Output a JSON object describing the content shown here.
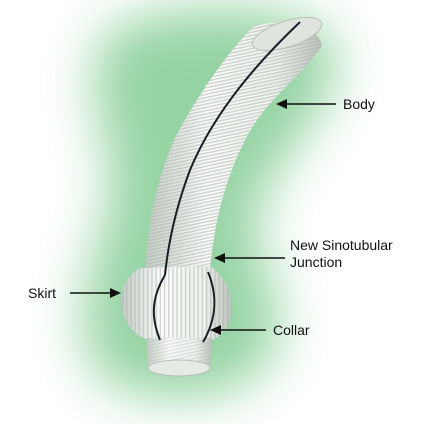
{
  "figure": {
    "subject": "vascular-graft",
    "labels": {
      "body": "Body",
      "stj_line1": "New Sinotubular",
      "stj_line2": "Junction",
      "skirt": "Skirt",
      "collar": "Collar"
    },
    "colors": {
      "glow": "#8fd19e",
      "graft": "#f4f6f3",
      "graft_shadow": "#c9cfc9",
      "seam": "#1a1f24",
      "arrow": "#111111"
    }
  }
}
